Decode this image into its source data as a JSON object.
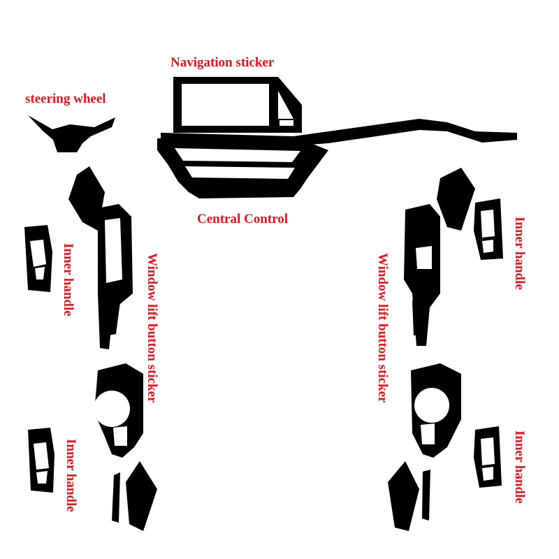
{
  "labels": {
    "navigation": "Navigation sticker",
    "steering": "steering wheel",
    "central": "Central Control",
    "inner_handle_left_top": "Inner handle",
    "inner_handle_left_bottom": "Inner handle",
    "inner_handle_right_top": "Inner handle",
    "inner_handle_right_bottom": "Inner handle",
    "window_left": "Window lift button sticker",
    "window_right": "Window lift button sticker"
  },
  "colors": {
    "label": "#e8141c",
    "sticker": "#000000",
    "background": "#ffffff"
  }
}
